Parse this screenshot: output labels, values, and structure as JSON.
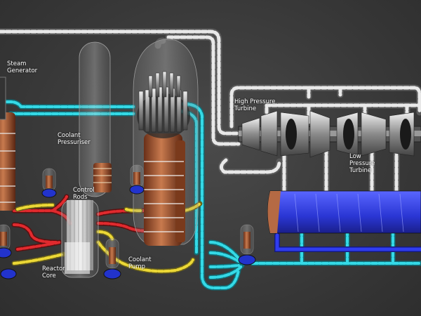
{
  "labels": {
    "steam_generator": "Steam\nGenerator",
    "coolant_pressuriser": "Coolant\nPressuriser",
    "control_rods": "Control\nRods",
    "reactor_core": "Reactor\nCore",
    "coolant_pump": "Coolant\nPump",
    "high_pressure_turbine": "High Pressure\nTurbine",
    "low_pressure_turbine": "Low\nPressure\nTurbine"
  },
  "colors": {
    "background": "#3b3b3b",
    "steam_pipe": "#d9d9d9",
    "primary_loop_hot": "#d6262b",
    "primary_loop_cold": "#e2d234",
    "feedwater_loop": "#29c7d4",
    "condenser_loop": "#2a34d8",
    "condenser": "#3a45e6",
    "steam_generator": "#b3653c"
  }
}
